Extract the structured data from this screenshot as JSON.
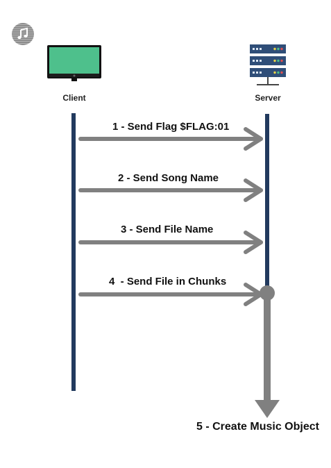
{
  "participants": {
    "client": {
      "label": "Client"
    },
    "server": {
      "label": "Server"
    }
  },
  "messages": [
    {
      "label": "1 - Send Flag $FLAG:01"
    },
    {
      "label": "2 - Send Song Name"
    },
    {
      "label": "3 - Send File Name"
    },
    {
      "label": "4  - Send File in Chunks"
    }
  ],
  "result": {
    "label": "5 - Create Music Object"
  },
  "colors": {
    "lifeline": "#223a5e",
    "arrow": "#808080",
    "monitor": "#4ec08c",
    "server": "#2f4e78"
  },
  "icons": [
    "music-note-icon",
    "monitor-icon",
    "server-rack-icon"
  ]
}
